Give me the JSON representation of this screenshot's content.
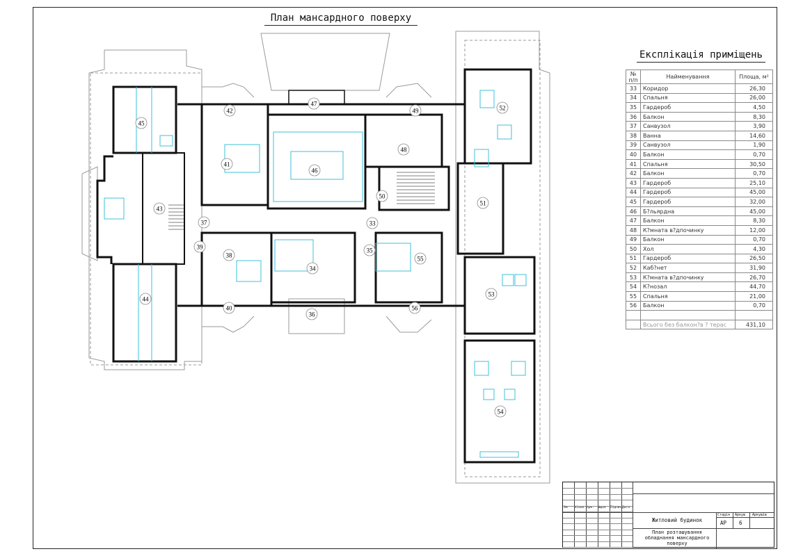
{
  "plan_title": "План мансардного поверху",
  "explication": {
    "title": "Експлікація приміщень",
    "headers": {
      "num": "№ п/п",
      "name": "Найменування",
      "area": "Площа, м²"
    },
    "rows": [
      {
        "num": "33",
        "name": "Коридор",
        "area": "26,30"
      },
      {
        "num": "34",
        "name": "Спальня",
        "area": "26,00"
      },
      {
        "num": "35",
        "name": "Гардероб",
        "area": "4,50"
      },
      {
        "num": "36",
        "name": "Балкон",
        "area": "8,30"
      },
      {
        "num": "37",
        "name": "Санвузол",
        "area": "3,90"
      },
      {
        "num": "38",
        "name": "Ванна",
        "area": "14,60"
      },
      {
        "num": "39",
        "name": "Санвузол",
        "area": "1,90"
      },
      {
        "num": "40",
        "name": "Балкон",
        "area": "0,70"
      },
      {
        "num": "41",
        "name": "Спальня",
        "area": "30,50"
      },
      {
        "num": "42",
        "name": "Балкон",
        "area": "0,70"
      },
      {
        "num": "43",
        "name": "Гардероб",
        "area": "25,10"
      },
      {
        "num": "44",
        "name": "Гардероб",
        "area": "45,00"
      },
      {
        "num": "45",
        "name": "Гардероб",
        "area": "32,00"
      },
      {
        "num": "46",
        "name": "Б?льярдна",
        "area": "45,00"
      },
      {
        "num": "47",
        "name": "Балкон",
        "area": "8,30"
      },
      {
        "num": "48",
        "name": "К?мната в?дпочинку",
        "area": "12,00"
      },
      {
        "num": "49",
        "name": "Балкон",
        "area": "0,70"
      },
      {
        "num": "50",
        "name": "Хол",
        "area": "4,30"
      },
      {
        "num": "51",
        "name": "Гардероб",
        "area": "26,50"
      },
      {
        "num": "52",
        "name": "Каб?нет",
        "area": "31,90"
      },
      {
        "num": "53",
        "name": "К?мната в?дпочинку",
        "area": "26,70"
      },
      {
        "num": "54",
        "name": "К?нозал",
        "area": "44,70"
      },
      {
        "num": "55",
        "name": "Спальня",
        "area": "21,00"
      },
      {
        "num": "56",
        "name": "Балкон",
        "area": "0,70"
      }
    ],
    "total_label": "Всього без балкон?в ? терас",
    "total_area": "431,10"
  },
  "title_block": {
    "cols": [
      "Зм",
      "Кільк",
      "Арк.",
      "№док",
      "Підпис",
      "Дата"
    ],
    "object": "Житловий будинок",
    "sheet_title": "План розташування обладнання мансардного поверху",
    "stage_label": "Стадія",
    "stage": "АР",
    "sheet_label": "Аркуш",
    "sheet": "6",
    "sheets_label": "Аркушів"
  },
  "colors": {
    "walls": "#111111",
    "furniture": "#3cc0d8",
    "roof": "#9a9a9a"
  }
}
